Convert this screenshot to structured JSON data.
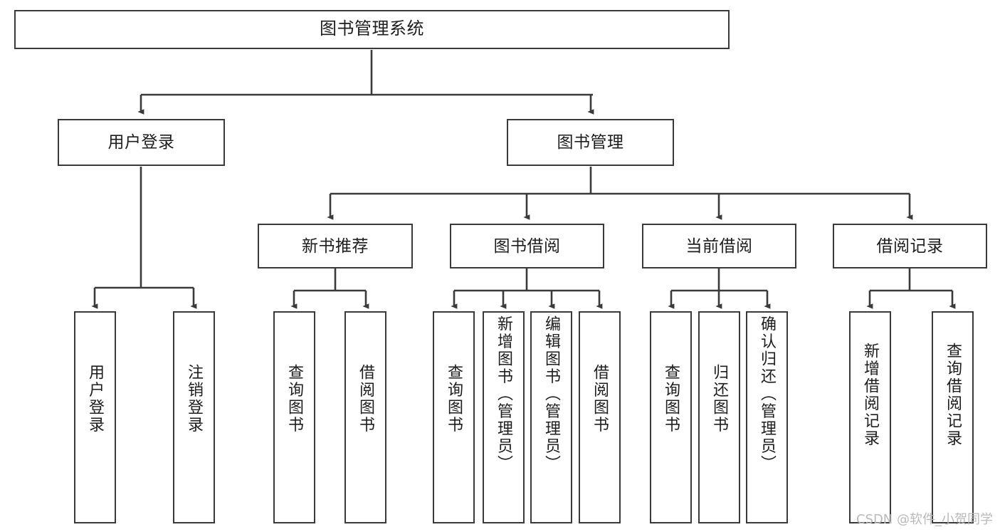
{
  "diagram": {
    "title": "图书管理系统",
    "type": "tree-structure-chart",
    "line_color": "#3a3a3a",
    "box_fill": "#ffffff",
    "text_color": "#1d1d1d"
  },
  "root": {
    "label": "图书管理系统"
  },
  "level2": [
    {
      "id": "user-login",
      "label": "用户登录"
    },
    {
      "id": "book-management",
      "label": "图书管理"
    }
  ],
  "level3": [
    {
      "id": "new-book-recommend",
      "label": "新书推荐"
    },
    {
      "id": "book-borrow",
      "label": "图书借阅"
    },
    {
      "id": "current-borrow",
      "label": "当前借阅"
    },
    {
      "id": "borrow-record",
      "label": "借阅记录"
    }
  ],
  "leaves": {
    "user_login": [
      {
        "id": "leaf-user-login",
        "label": "用户登录"
      },
      {
        "id": "leaf-logout",
        "label": "注销登录"
      }
    ],
    "new_book_recommend": [
      {
        "id": "leaf-query-book-1",
        "label": "查询图书"
      },
      {
        "id": "leaf-borrow-book-1",
        "label": "借阅图书"
      }
    ],
    "book_borrow": [
      {
        "id": "leaf-query-book-2",
        "label": "查询图书"
      },
      {
        "id": "leaf-add-book",
        "label": "新增图书（管理员）"
      },
      {
        "id": "leaf-edit-book",
        "label": "编辑图书（管理员）"
      },
      {
        "id": "leaf-borrow-book-2",
        "label": "借阅图书"
      }
    ],
    "current_borrow": [
      {
        "id": "leaf-query-book-3",
        "label": "查询图书"
      },
      {
        "id": "leaf-return-book",
        "label": "归还图书"
      },
      {
        "id": "leaf-confirm-return",
        "label": "确认归还（管理员）"
      }
    ],
    "borrow_record": [
      {
        "id": "leaf-add-record",
        "label": "新增借阅记录"
      },
      {
        "id": "leaf-query-record",
        "label": "查询借阅记录"
      }
    ]
  },
  "watermark": {
    "text": "CSDN @软件_小贺同学"
  }
}
